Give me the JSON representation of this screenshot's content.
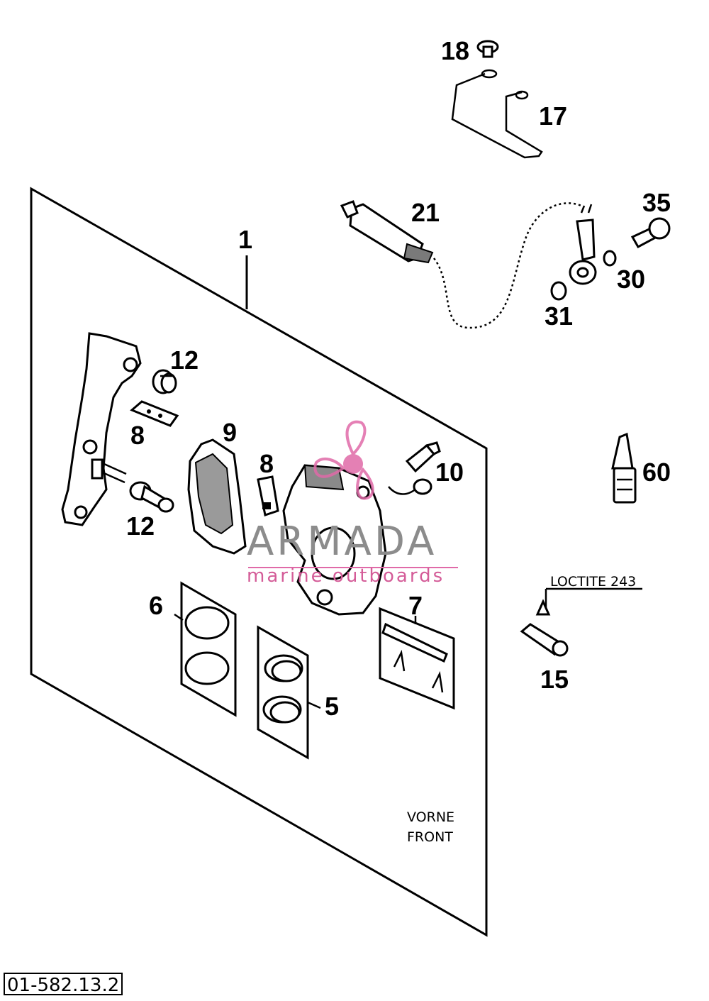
{
  "diagram": {
    "labels": {
      "p1": "1",
      "p5": "5",
      "p6": "6",
      "p7": "7",
      "p8a": "8",
      "p8b": "8",
      "p9": "9",
      "p10": "10",
      "p12a": "12",
      "p12b": "12",
      "p15": "15",
      "p17": "17",
      "p18": "18",
      "p21": "21",
      "p30": "30",
      "p31": "31",
      "p35": "35",
      "p60": "60"
    },
    "notes": {
      "loctite": "LOCTITE 243",
      "front_de": "VORNE",
      "front_en": "FRONT"
    },
    "reference_code": "01-582.13.2",
    "watermark": {
      "brand": "ARMADA",
      "tagline": "marine outboards",
      "color_pink": "#e06aa8",
      "color_grey": "#8c8c8c"
    }
  }
}
